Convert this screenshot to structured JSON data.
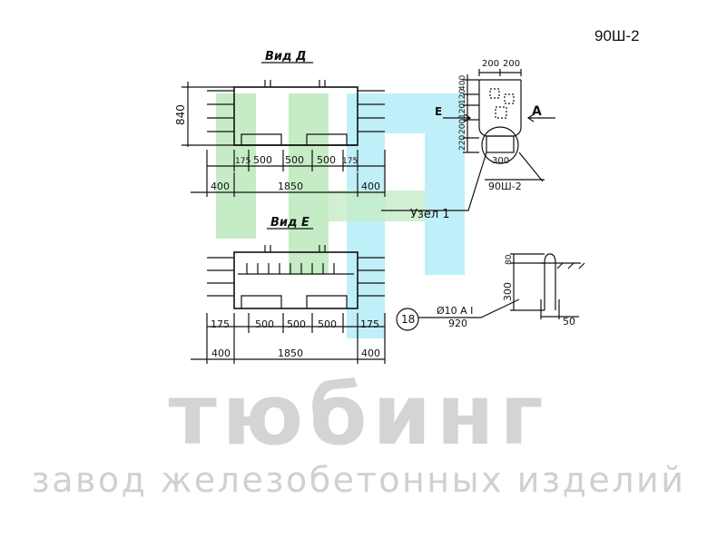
{
  "doc_code": "90Ш-2",
  "views": {
    "d": {
      "title": "Вид Д",
      "height_dim": "840",
      "seg1": "175",
      "seg2": "500",
      "seg3": "500",
      "seg4": "500",
      "seg5": "175",
      "left": "400",
      "mid": "1850",
      "right": "400"
    },
    "e": {
      "title": "Вид Е",
      "seg1": "175",
      "seg2": "500",
      "seg3": "500",
      "seg4": "500",
      "seg5": "175",
      "left": "400",
      "mid": "1850",
      "right": "400"
    }
  },
  "section": {
    "top1": "200",
    "top2": "200",
    "d1": "400",
    "d2": "120",
    "d3": "120",
    "d4": "200",
    "d5": "220",
    "width": "300",
    "label": "90Ш-2",
    "arrow_e": "Е",
    "arrow_a": "А",
    "node": "Узел 1"
  },
  "bar": {
    "number": "18",
    "spec": "Ø10 A I",
    "length": "920",
    "h1": "80",
    "h2": "300",
    "hook": "50"
  },
  "watermark": {
    "title": "тюбинг",
    "subtitle": "завод железобетонных изделий"
  },
  "colors": {
    "green": "#c6ecc6",
    "cyan": "#bfeff9"
  }
}
